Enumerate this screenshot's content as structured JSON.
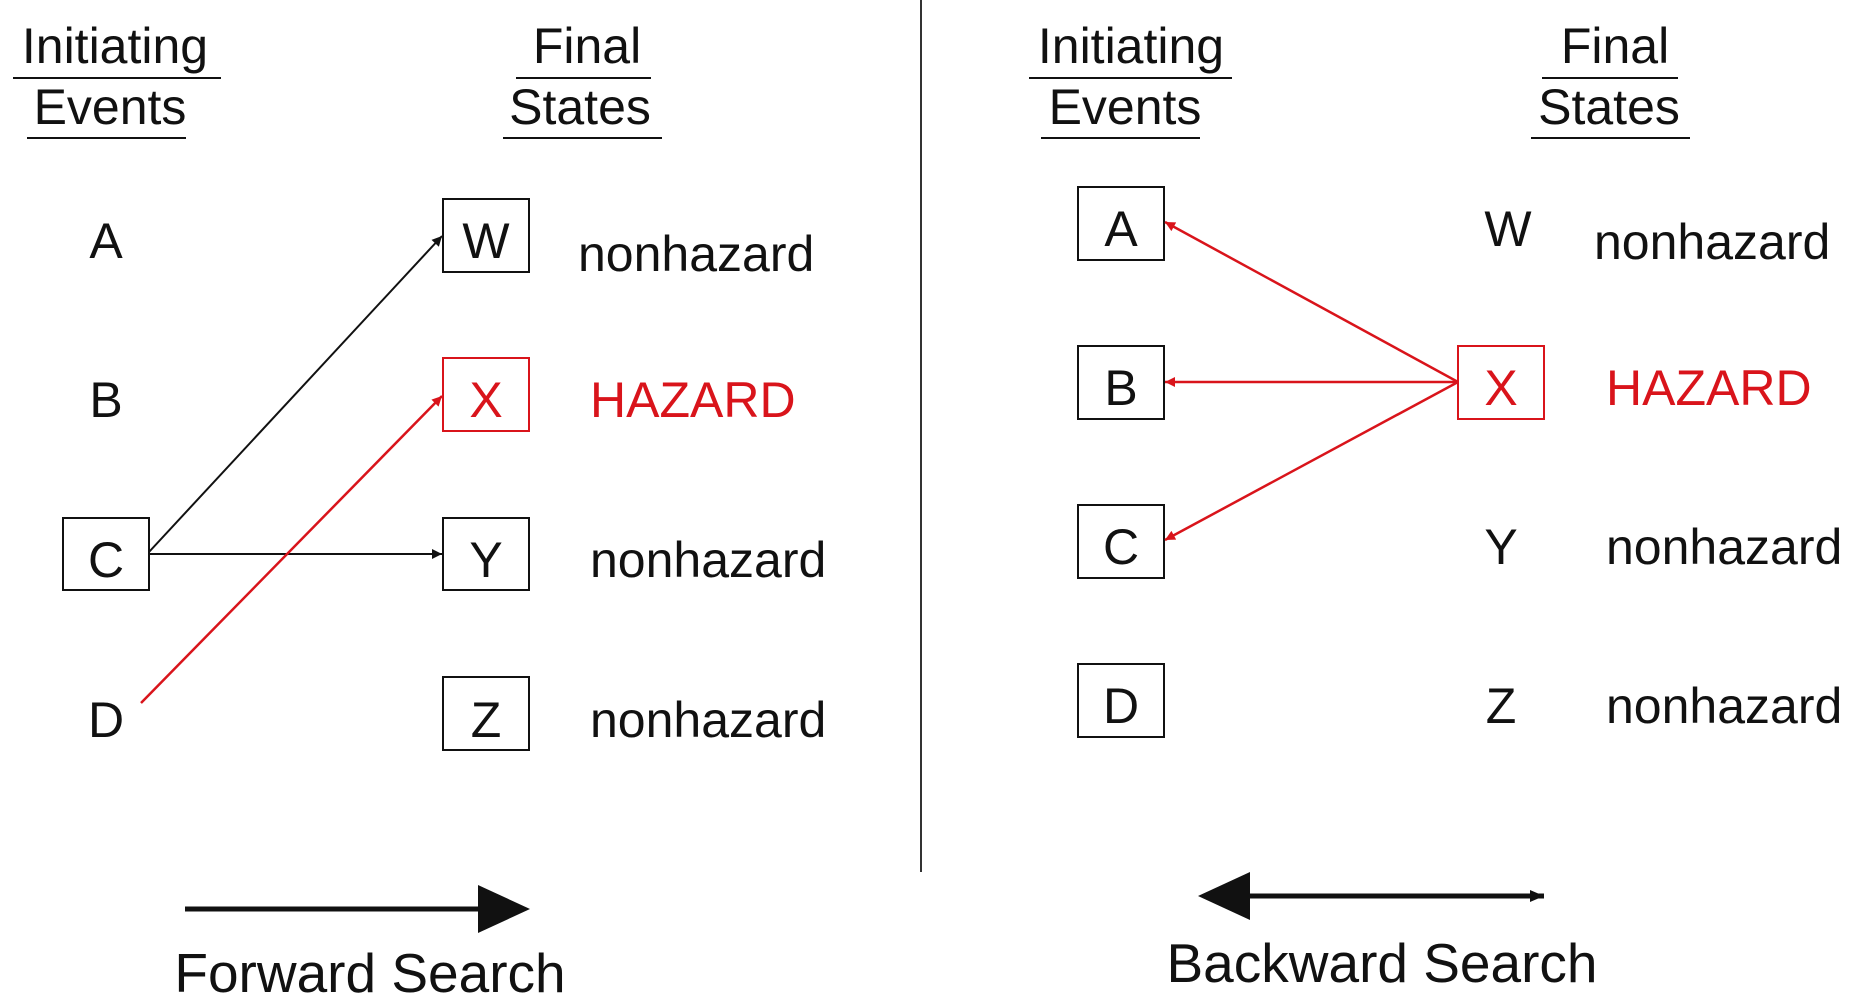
{
  "colors": {
    "ink": "#111111",
    "hazard": "#d9141b",
    "divider": "#333333"
  },
  "left_panel": {
    "header_events": [
      "Initiating",
      "Events"
    ],
    "header_states": [
      "Final",
      "States"
    ],
    "events": [
      "A",
      "B",
      "C",
      "D"
    ],
    "states": [
      "W",
      "X",
      "Y",
      "Z"
    ],
    "state_labels": [
      "nonhazard",
      "HAZARD",
      "nonhazard",
      "nonhazard"
    ],
    "caption": "Forward Search"
  },
  "right_panel": {
    "header_events": [
      "Initiating",
      "Events"
    ],
    "header_states": [
      "Final",
      "States"
    ],
    "events": [
      "A",
      "B",
      "C",
      "D"
    ],
    "states": [
      "W",
      "X",
      "Y",
      "Z"
    ],
    "state_labels": [
      "nonhazard",
      "HAZARD",
      "nonhazard",
      "nonhazard"
    ],
    "caption": "Backward Search"
  }
}
